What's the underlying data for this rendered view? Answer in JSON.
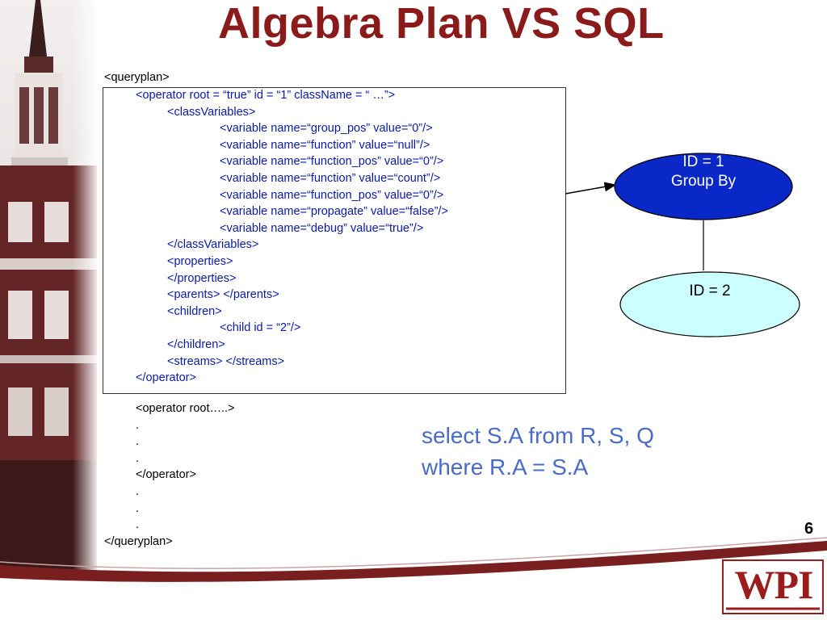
{
  "slide": {
    "title": "Algebra Plan VS SQL",
    "page_number": "6"
  },
  "code": {
    "root_open": "<queryplan>",
    "operator_block": [
      "<operator root = “true” id = “1” className = “ …”>",
      "<classVariables>",
      "<variable name=“group_pos” value=“0”/>",
      "<variable name=“function” value=“null”/>",
      "<variable name=“function_pos” value=“0”/>",
      "<variable name=“function” value=“count”/>",
      "<variable name=“function_pos” value=“0”/>",
      "<variable name=“propagate” value=“false”/>",
      "<variable name=“debug” value=“true”/>",
      "</classVariables>",
      "<properties>",
      "</properties>",
      "<parents> </parents>",
      "<children>",
      "<child id = “2”/>",
      "</children>",
      "<streams> </streams>",
      "</operator>"
    ],
    "tail": [
      "<operator root…..>",
      ".",
      ".",
      ".",
      "</operator>",
      ".",
      ".",
      ".",
      "</queryplan>"
    ]
  },
  "diagram": {
    "node1": {
      "line1": "ID = 1",
      "line2": "Group By",
      "fill": "#0a28c8"
    },
    "node2": {
      "line1": "ID = 2",
      "fill": "#ccffff"
    }
  },
  "sql": {
    "line1": "select S.A from R, S, Q",
    "line2": "where R.A = S.A",
    "color": "#4a6bc8"
  },
  "logo": {
    "text": "WPI",
    "color": "#9b1c1c"
  },
  "icons": [
    "tower-photo-icon",
    "wpi-logo-icon"
  ]
}
